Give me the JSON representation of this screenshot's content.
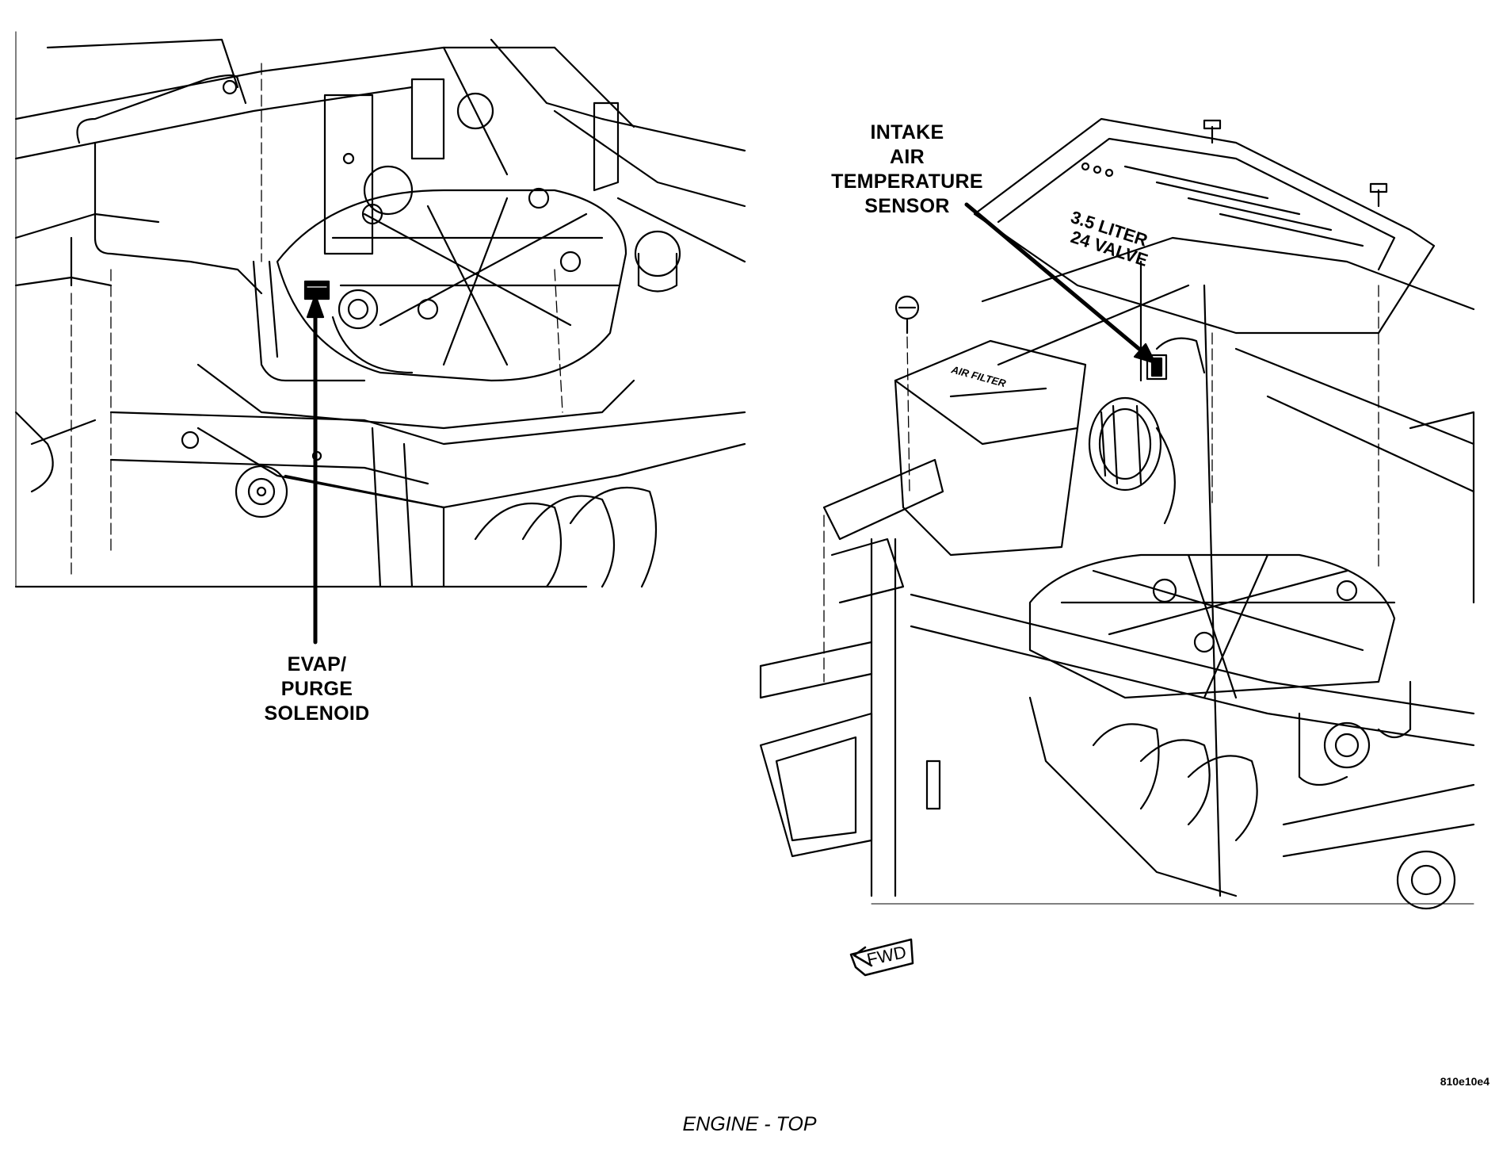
{
  "labels": {
    "evap_purge_solenoid": [
      "EVAP/",
      "PURGE",
      "SOLENOID"
    ],
    "intake_air_temperature_sensor": [
      "INTAKE",
      "AIR",
      "TEMPERATURE",
      "SENSOR"
    ]
  },
  "engine_cover_text": [
    "3.5 LITER",
    "24 VALVE"
  ],
  "air_filter_text": "AIR FILTER",
  "direction_indicator": "FWD",
  "figure_code": "810e10e4",
  "caption": "ENGINE - TOP",
  "icons": [
    "arrow-left-icon"
  ]
}
